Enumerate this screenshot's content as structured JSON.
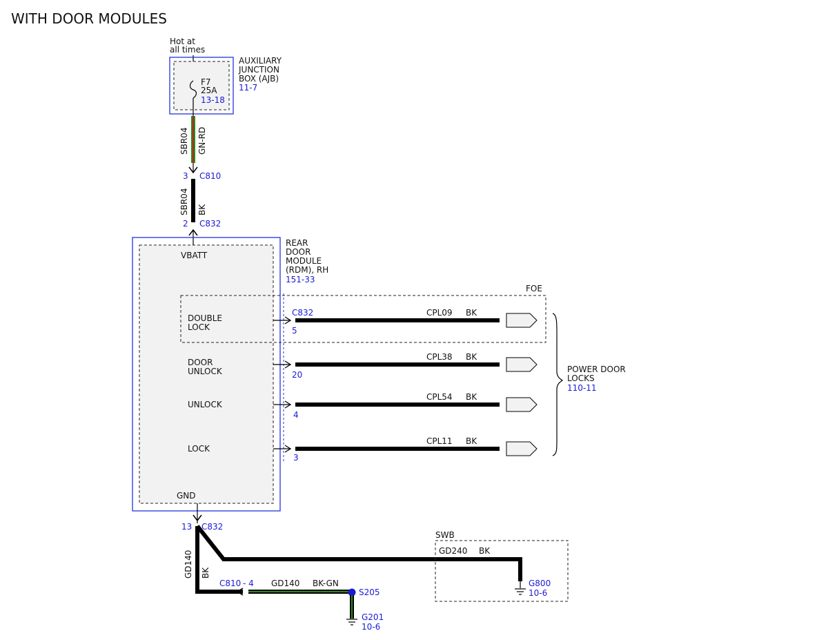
{
  "title": "WITH DOOR MODULES",
  "hot_label_line1": "Hot at",
  "hot_label_line2": "all times",
  "ajb": {
    "name_line1": "AUXILIARY",
    "name_line2": "JUNCTION",
    "name_line3": "BOX (AJB)",
    "ref": "11-7",
    "fuse_name": "F7",
    "fuse_rating": "25A",
    "fuse_ref": "13-18"
  },
  "wires": {
    "sbr04_upper": {
      "circuit": "SBR04",
      "color": "GN-RD"
    },
    "sbr04_lower": {
      "circuit": "SBR04",
      "color": "BK"
    },
    "cpl09": {
      "circuit": "CPL09",
      "color": "BK"
    },
    "cpl38": {
      "circuit": "CPL38",
      "color": "BK"
    },
    "cpl54": {
      "circuit": "CPL54",
      "color": "BK"
    },
    "cpl11": {
      "circuit": "CPL11",
      "color": "BK"
    },
    "gd140_vertical": {
      "circuit": "GD140",
      "color": "BK"
    },
    "gd140_horizontal": {
      "circuit": "GD140",
      "color": "BK-GN"
    },
    "gd240": {
      "circuit": "GD240",
      "color": "BK"
    }
  },
  "connectors": {
    "c810_top": {
      "pin": "3",
      "name": "C810"
    },
    "c832_top": {
      "pin": "2",
      "name": "C832"
    },
    "c832_double_lock": {
      "pin": "5",
      "name": "C832"
    },
    "c832_door_unlock": {
      "pin": "20"
    },
    "c832_unlock": {
      "pin": "4"
    },
    "c832_lock": {
      "pin": "3"
    },
    "c832_gnd": {
      "pin": "13",
      "name": "C832"
    },
    "c810_gnd": {
      "name": "C810",
      "pin": "- 4"
    }
  },
  "rdm": {
    "name_line1": "REAR",
    "name_line2": "DOOR",
    "name_line3": "MODULE",
    "name_line4": "(RDM), RH",
    "ref": "151-33",
    "vbatt": "VBATT",
    "gnd": "GND",
    "double_lock_line1": "DOUBLE",
    "double_lock_line2": "LOCK",
    "door_unlock_line1": "DOOR",
    "door_unlock_line2": "UNLOCK",
    "unlock": "UNLOCK",
    "lock": "LOCK"
  },
  "foe_label": "FOE",
  "power_door_locks": {
    "line1": "POWER DOOR",
    "line2": "LOCKS",
    "ref": "110-11"
  },
  "swb_label": "SWB",
  "splice": {
    "name": "S205"
  },
  "grounds": {
    "g800": {
      "name": "G800",
      "ref": "10-6"
    },
    "g201": {
      "name": "G201",
      "ref": "10-6"
    }
  },
  "colors": {
    "reference_blue": "#1a1ad6",
    "module_outline_blue": "#2233dd",
    "wire_black": "#000000",
    "wire_green": "#2c8c1e",
    "wire_red_stripe": "#b3261e",
    "module_fill": "#f2f2f2"
  }
}
